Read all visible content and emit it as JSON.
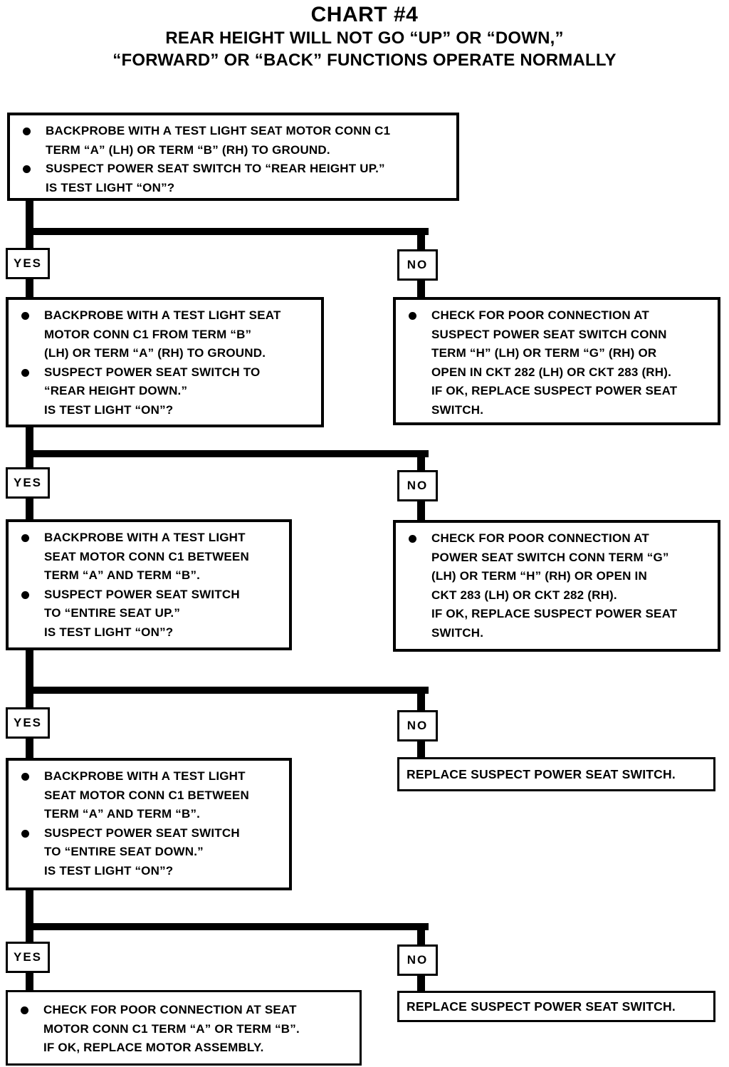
{
  "title": {
    "line1": "CHART #4",
    "line2": "REAR HEIGHT WILL NOT GO “UP” OR “DOWN,”",
    "line3": "“FORWARD” OR “BACK” FUNCTIONS OPERATE NORMALLY"
  },
  "branch": {
    "yes": "YES",
    "no": "NO"
  },
  "boxes": {
    "q1": {
      "b1": "BACKPROBE WITH A TEST LIGHT SEAT MOTOR CONN C1\nTERM “A” (LH) OR TERM “B” (RH) TO GROUND.",
      "b2": "SUSPECT POWER SEAT SWITCH TO “REAR HEIGHT UP.”\nIS TEST LIGHT “ON”?"
    },
    "q2": {
      "b1": "BACKPROBE WITH A TEST LIGHT SEAT\nMOTOR CONN C1 FROM TERM “B”\n(LH) OR TERM “A” (RH) TO GROUND.",
      "b2": "SUSPECT POWER SEAT SWITCH TO\n“REAR HEIGHT DOWN.”\nIS TEST LIGHT “ON”?"
    },
    "a1": {
      "b1": "CHECK FOR POOR CONNECTION AT\nSUSPECT POWER SEAT SWITCH CONN\nTERM “H” (LH) OR TERM “G” (RH) OR\nOPEN IN CKT 282 (LH) OR CKT 283 (RH).\nIF OK, REPLACE SUSPECT POWER SEAT\nSWITCH."
    },
    "q3": {
      "b1": "BACKPROBE WITH A TEST LIGHT\nSEAT MOTOR CONN C1 BETWEEN\nTERM “A” AND TERM “B”.",
      "b2": "SUSPECT POWER SEAT SWITCH\nTO “ENTIRE SEAT UP.”\nIS TEST LIGHT “ON”?"
    },
    "a2": {
      "b1": "CHECK FOR POOR CONNECTION AT\nPOWER SEAT SWITCH CONN TERM “G”\n(LH) OR TERM “H” (RH) OR OPEN IN\nCKT 283 (LH) OR CKT 282 (RH).\nIF OK, REPLACE SUSPECT POWER SEAT\nSWITCH."
    },
    "q4": {
      "b1": "BACKPROBE WITH A TEST LIGHT\nSEAT MOTOR CONN C1 BETWEEN\nTERM “A” AND TERM “B”.",
      "b2": "SUSPECT POWER SEAT SWITCH\nTO “ENTIRE SEAT DOWN.”\nIS TEST LIGHT “ON”?"
    },
    "a3": {
      "text": "REPLACE SUSPECT POWER SEAT SWITCH."
    },
    "q5": {
      "b1": "CHECK FOR POOR CONNECTION AT SEAT\nMOTOR CONN C1 TERM “A” OR TERM “B”.\nIF OK, REPLACE MOTOR ASSEMBLY."
    },
    "a4": {
      "text": "REPLACE SUSPECT POWER SEAT SWITCH."
    }
  }
}
